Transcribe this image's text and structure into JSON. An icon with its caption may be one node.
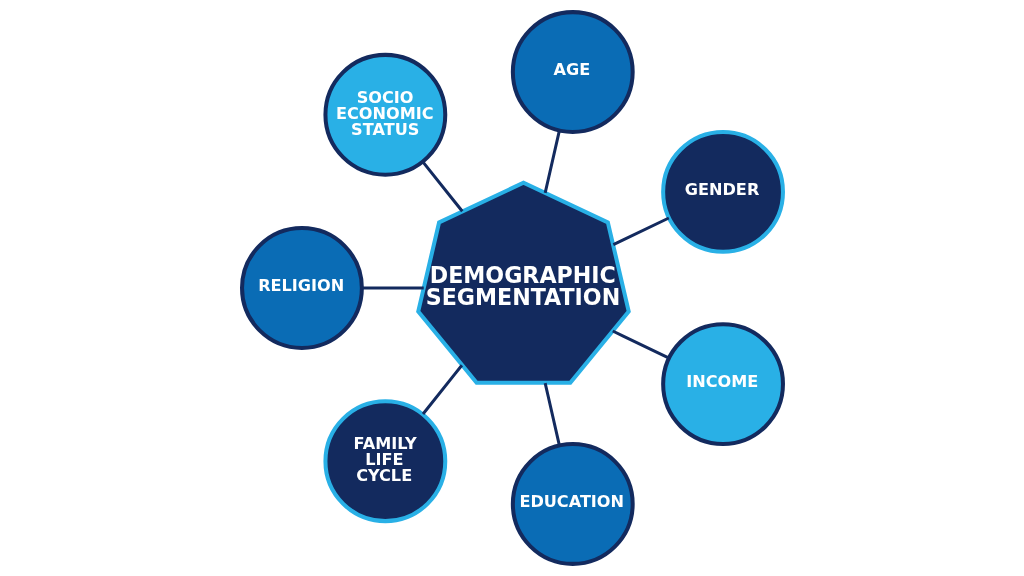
{
  "diagram": {
    "nodes": [
      {
        "text": [
          "DEMOGRAPHIC SEGMENTATION"
        ]
      },
      {
        "text": [
          "AGE"
        ]
      },
      {
        "text": [
          "GENDER"
        ]
      },
      {
        "text": [
          "INCOME"
        ]
      },
      {
        "text": [
          "EDUCATION"
        ]
      },
      {
        "text": [
          "FAMILY LIFE CYCLE"
        ]
      },
      {
        "text": [
          "RELIGION"
        ]
      },
      {
        "text": [
          "SOCIO ECONOMIC STATUS"
        ]
      }
    ],
    "edges": [
      {
        "from": 0,
        "to": 1,
        "arrow": "none"
      },
      {
        "from": 0,
        "to": 2,
        "arrow": "none"
      },
      {
        "from": 0,
        "to": 3,
        "arrow": "none"
      },
      {
        "from": 0,
        "to": 4,
        "arrow": "none"
      },
      {
        "from": 0,
        "to": 5,
        "arrow": "none"
      },
      {
        "from": 0,
        "to": 6,
        "arrow": "none"
      },
      {
        "from": 0,
        "to": 7,
        "arrow": "none"
      }
    ]
  }
}
